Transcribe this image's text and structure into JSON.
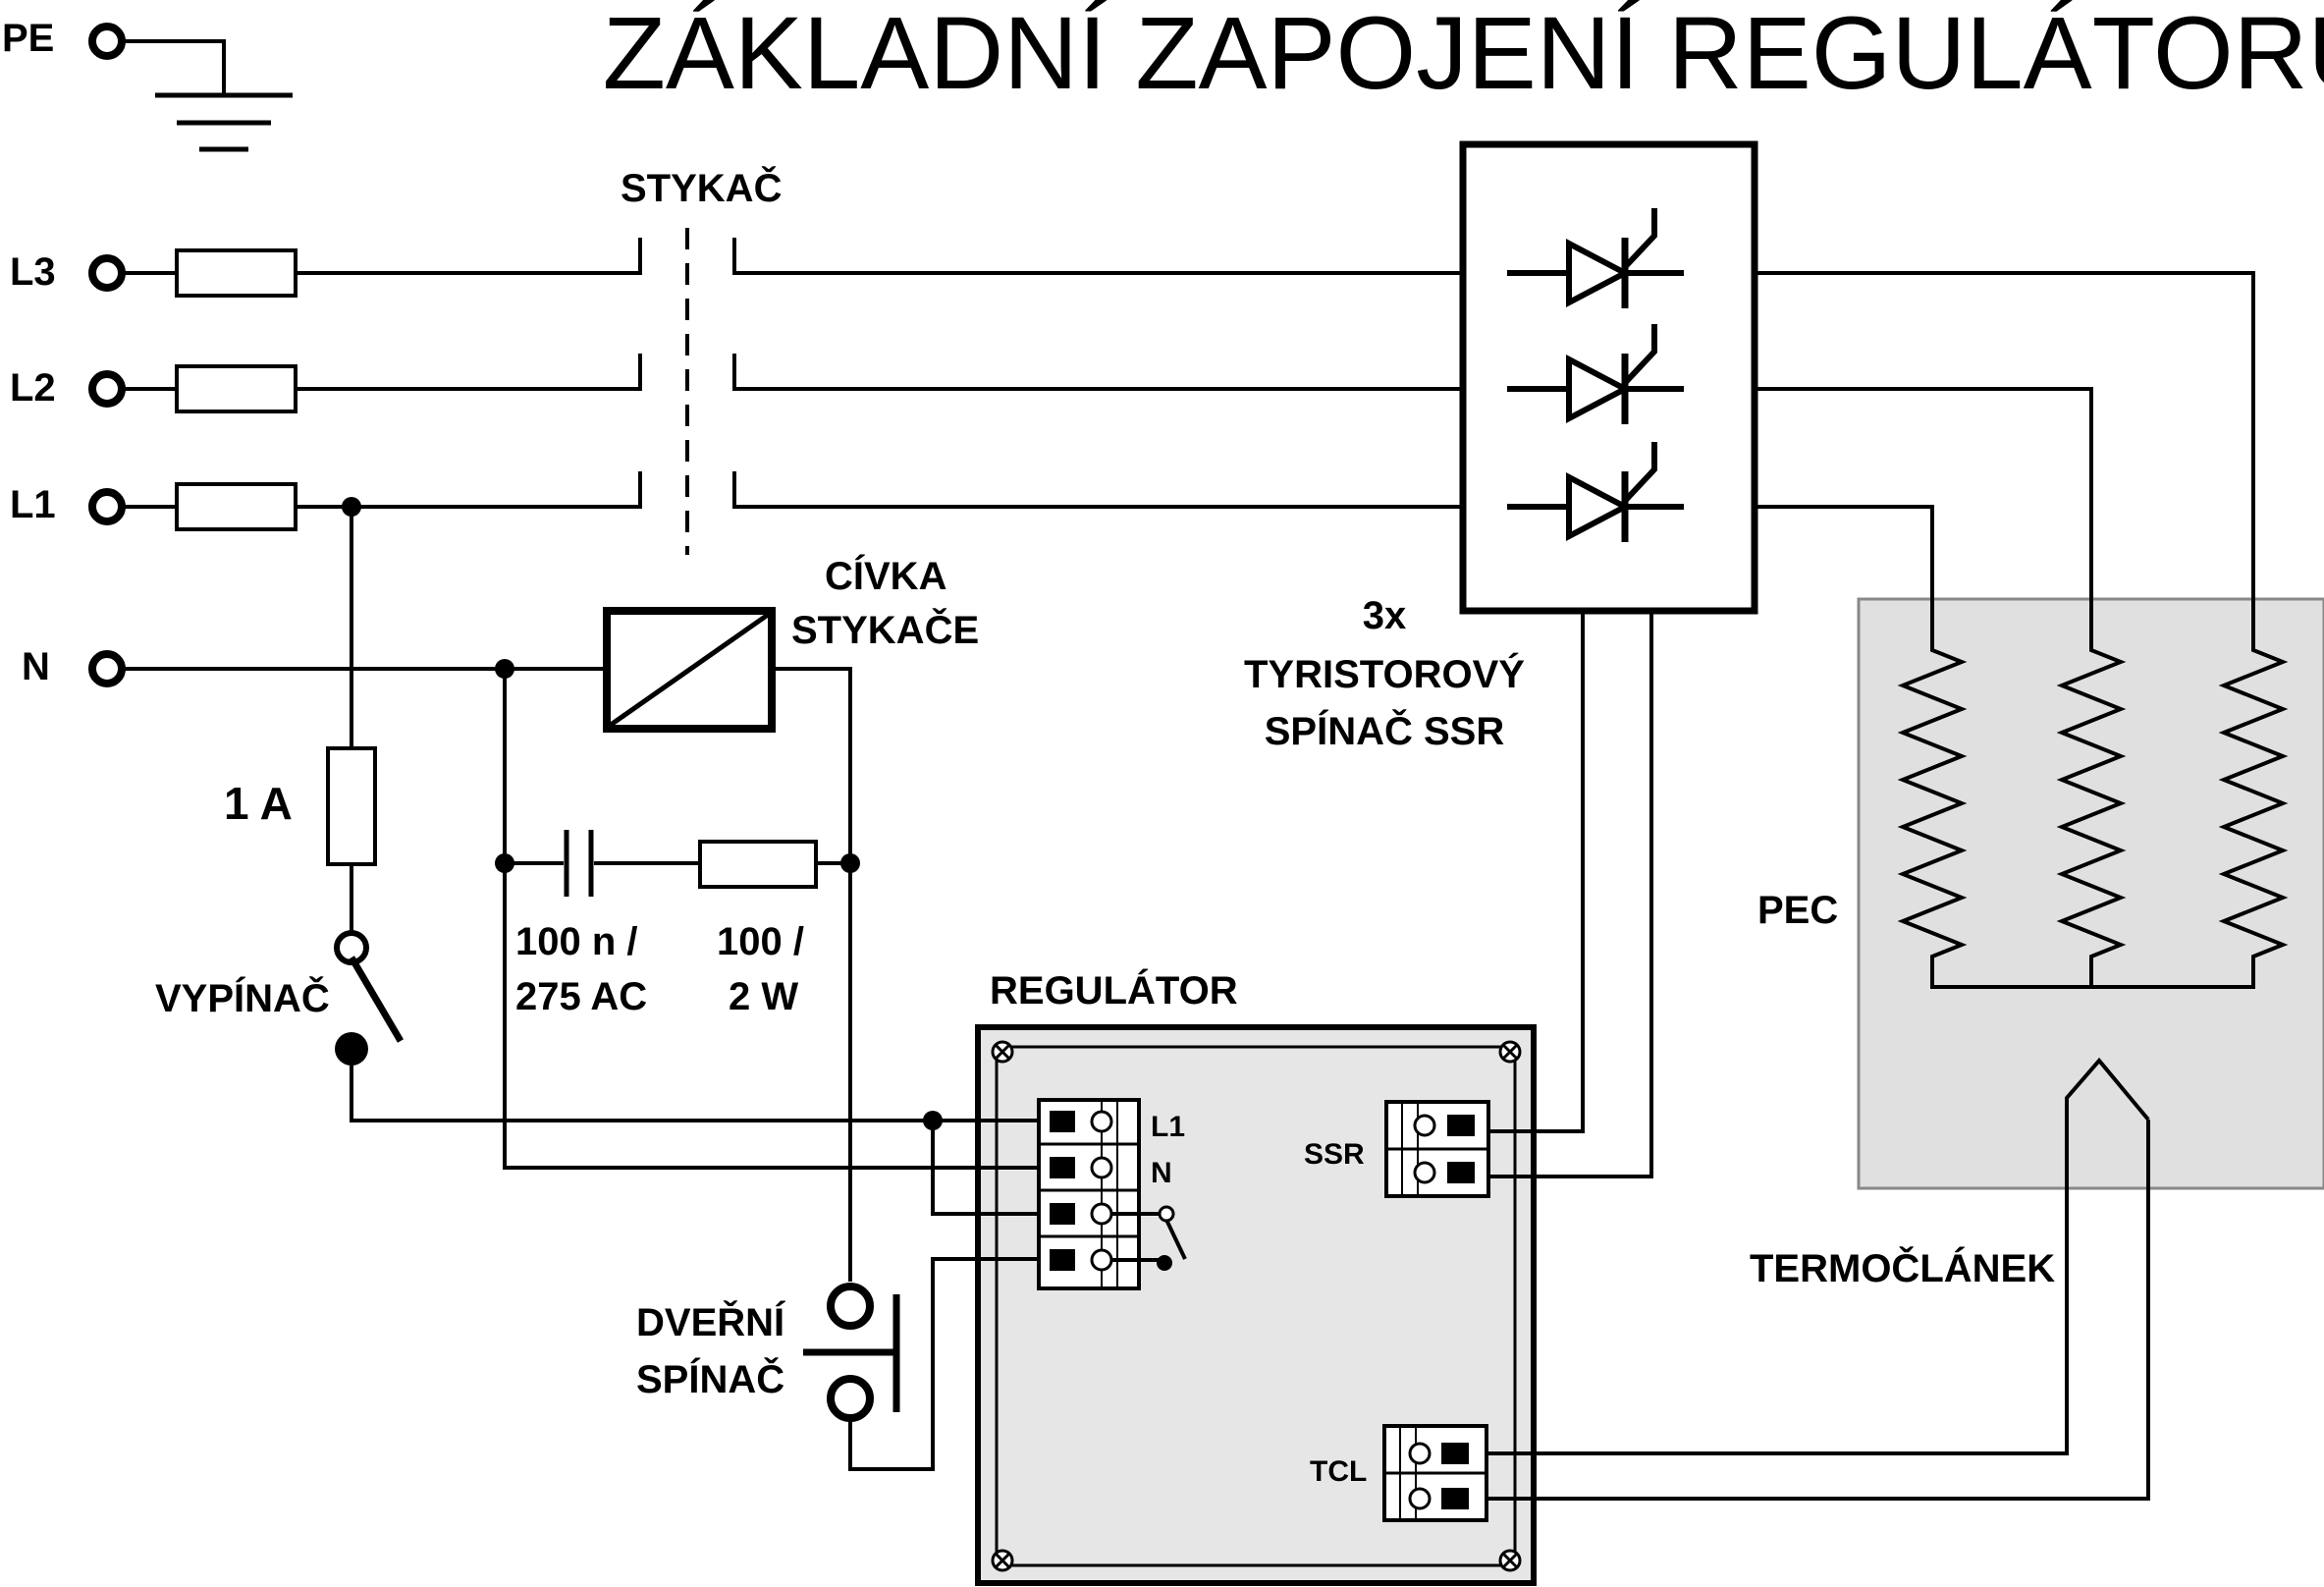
{
  "title": "ZÁKLADNÍ ZAPOJENÍ REGULÁTORU",
  "terminals": {
    "pe": "PE",
    "l3": "L3",
    "l2": "L2",
    "l1": "L1",
    "n": "N"
  },
  "contactor_label": "STYKAČ",
  "coil_label": [
    "CÍVKA",
    "STYKAČE"
  ],
  "fuse_label": "1 A",
  "switch_label": "VYPÍNAČ",
  "capacitor_label": [
    "100 n /",
    "275 AC"
  ],
  "resistor_label": [
    "100 /",
    "2 W"
  ],
  "ssr_label": [
    "3x",
    "TYRISTOROVÝ",
    "SPÍNAČ SSR"
  ],
  "furnace_label": "PEC",
  "regulator_label": "REGULÁTOR",
  "regulator_terminals": {
    "l1": "L1",
    "n": "N",
    "ssr": "SSR",
    "tcl": "TCL"
  },
  "door_switch_label": [
    "DVEŘNÍ",
    "SPÍNAČ"
  ],
  "thermocouple_label": "TERMOČLÁNEK",
  "colors": {
    "line": "#000000",
    "background": "#ffffff",
    "regulator_panel": "#e6e6e6",
    "furnace_area": "#e0e0e0"
  }
}
